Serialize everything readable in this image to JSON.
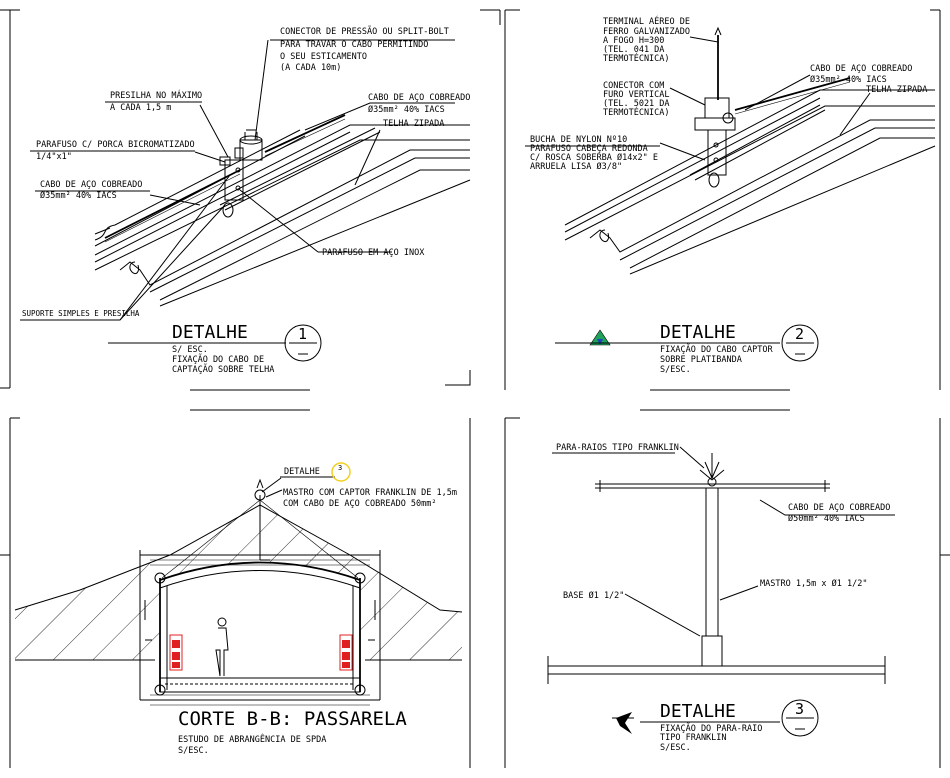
{
  "panel1": {
    "connector": [
      "CONECTOR DE PRESSÃO OU SPLIT-BOLT",
      "PARA TRAVAR O CABO PERMITINDO",
      "O SEU ESTICAMENTO",
      "(A CADA 10m)"
    ],
    "presilha": [
      "PRESILHA NO MÁXIMO",
      "A CADA 1,5 m"
    ],
    "cable_top": [
      "CABO DE AÇO COBREADO",
      "Ø35mm² 40% IACS"
    ],
    "telha": "TELHA ZIPADA",
    "parafuso_porca": [
      "PARAFUSO C/ PORCA BICROMATIZADO",
      "1/4\"x1\""
    ],
    "cable_left": [
      "CABO DE AÇO COBREADO",
      "Ø35mm² 40% IACS"
    ],
    "parafuso_inox": "PARAFUSO EM AÇO INOX",
    "suporte": "SUPORTE SIMPLES E PRESILHA",
    "title": "DETALHE",
    "number": "1",
    "desc": [
      "S/ ESC.",
      "FIXAÇÃO DO CABO DE",
      "CAPTAÇÃO SOBRE TELHA"
    ]
  },
  "panel2": {
    "terminal": [
      "TERMINAL AÉREO DE",
      "FERRO GALVANIZADO",
      "A FOGO H=300",
      "(TEL. 041 DA",
      "TERMOTÉCNICA)"
    ],
    "conector": [
      "CONECTOR COM",
      "FURO VERTICAL",
      "(TEL. 5021 DA",
      "TERMOTÉCNICA)"
    ],
    "cable": [
      "CABO DE AÇO COBREADO",
      "Ø35mm² 40% IACS"
    ],
    "telha": "TELHA ZIPADA",
    "bucha": [
      "BUCHA DE NYLON Nº10",
      "PARAFUSO CABEÇA REDONDA",
      "C/ ROSCA SOBERBA Ø14x2\" E",
      "ARRUELA LISA Ø3/8\""
    ],
    "title": "DETALHE",
    "number": "2",
    "desc": [
      "FIXAÇÃO DO CABO CAPTOR",
      "SOBRE PLATIBANDA",
      "S/ESC."
    ]
  },
  "panel3": {
    "detalhe_tag": "DETALHE",
    "tag_number": "3",
    "mastro": [
      "MASTRO COM CAPTOR FRANKLIN DE 1,5m",
      "COM CABO DE AÇO COBREADO 50mm²"
    ],
    "title": "CORTE B-B: PASSARELA",
    "desc": [
      "ESTUDO DE ABRANGÊNCIA DE SPDA",
      "S/ESC."
    ]
  },
  "panel4": {
    "para_raios": "PARA-RAIOS TIPO FRANKLIN",
    "cable": [
      "CABO DE AÇO COBREADO",
      "Ø50mm² 40% IACS"
    ],
    "base": "BASE Ø1 1/2\"",
    "mastro": "MASTRO 1,5m x Ø1 1/2\"",
    "title": "DETALHE",
    "number": "3",
    "desc": [
      "FIXAÇÃO DO PARA-RAIO",
      "TIPO FRANKLIN",
      "S/ESC."
    ]
  },
  "colors": {
    "line": "#000000",
    "highlight_red": "#e02020",
    "marker_yellow": "#f0d020",
    "marker_green": "#1fa35a",
    "marker_blue": "#2040c0"
  }
}
